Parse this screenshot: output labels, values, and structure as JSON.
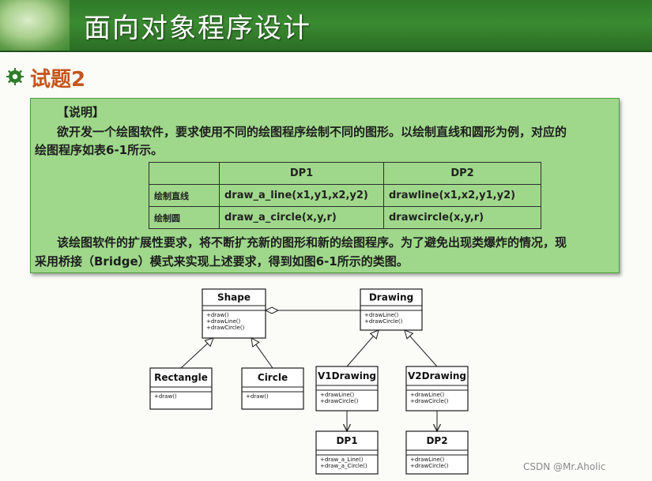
{
  "header": {
    "title": "面向对象程序设计",
    "logo_icon": "hands-holding-plant-icon"
  },
  "section": {
    "icon": "gear-bullet-icon",
    "title": "试题2"
  },
  "description": {
    "heading": "【说明】",
    "para1_line1": "欲开发一个绘图软件，要求使用不同的绘图程序绘制不同的图形。以绘制直线和圆形为例，对应的",
    "para1_line2": "绘图程序如表6-1所示。",
    "para2_line1": "该绘图软件的扩展性要求，将不断扩充新的图形和新的绘图程序。为了避免出现类爆炸的情况，现",
    "para2_line2": "采用桥接（Bridge）模式来实现上述要求，得到如图6-1所示的类图。"
  },
  "table": {
    "headers": [
      "",
      "DP1",
      "DP2"
    ],
    "rows": [
      [
        "绘制直线",
        "draw_a_line(x1,y1,x2,y2)",
        "drawline(x1,x2,y1,y2)"
      ],
      [
        "绘制圆",
        "draw_a_circle(x,y,r)",
        "drawcircle(x,y,r)"
      ]
    ]
  },
  "uml": {
    "classes": [
      {
        "name": "Shape",
        "ops": [
          "+draw()",
          "+drawLine()",
          "+drawCircle()"
        ]
      },
      {
        "name": "Drawing",
        "ops": [
          "+drawLine()",
          "+drawCircle()"
        ]
      },
      {
        "name": "Rectangle",
        "ops": [
          "+draw()"
        ]
      },
      {
        "name": "Circle",
        "ops": [
          "+draw()"
        ]
      },
      {
        "name": "V1Drawing",
        "ops": [
          "+drawLine()",
          "+drawCircle()"
        ]
      },
      {
        "name": "V2Drawing",
        "ops": [
          "+drawLine()",
          "+drawCircle()"
        ]
      },
      {
        "name": "DP1",
        "ops": [
          "+draw_a_Line()",
          "+draw_a_Circle()"
        ]
      },
      {
        "name": "DP2",
        "ops": [
          "+drawLine()",
          "+drawCircle()"
        ]
      }
    ]
  },
  "watermark": "CSDN @Mr.Aholic",
  "colors": {
    "header_green": "#3a8b31",
    "box_green": "#9fd88b",
    "section_orange": "#c4561c"
  }
}
